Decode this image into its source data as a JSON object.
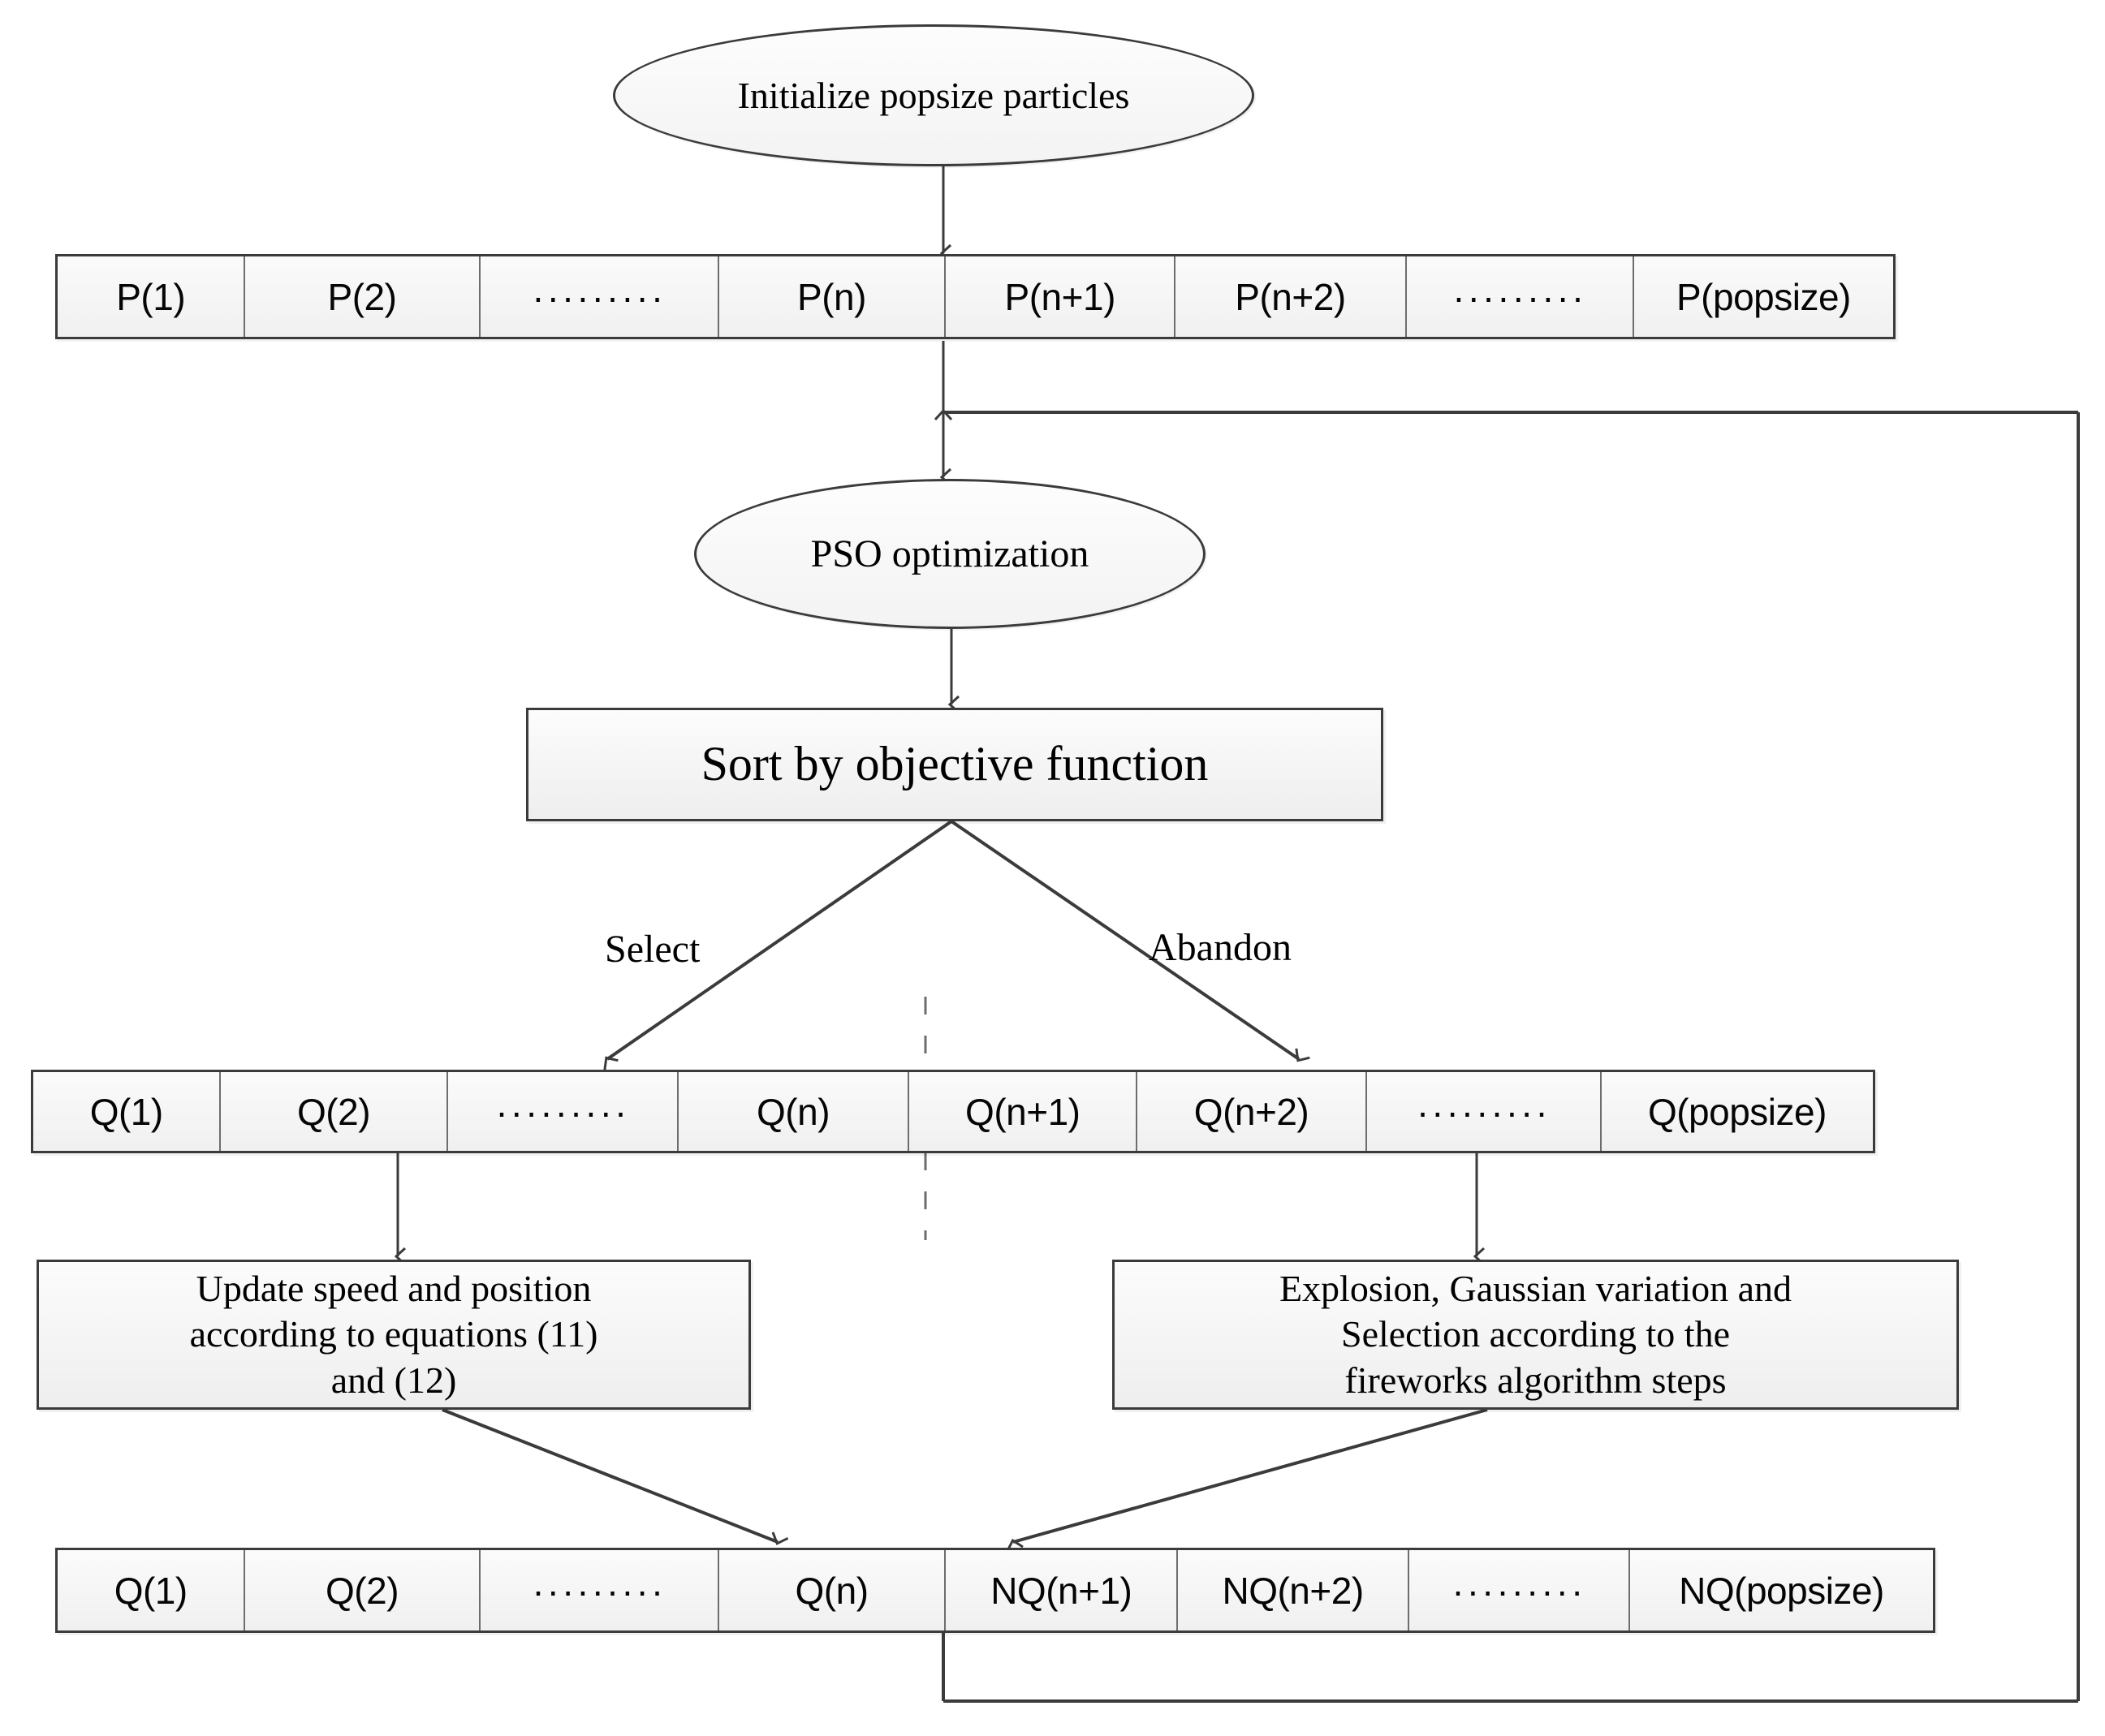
{
  "diagram": {
    "title": "PSO-Fireworks hybrid algorithm flowchart",
    "colors": {
      "stroke": "#3b3b3b",
      "cell_divider": "#6d6d6d",
      "background": "#ffffff",
      "node_fill_top": "#fcfcfc",
      "node_fill_bottom": "#eeeeee",
      "text": "#000000"
    }
  },
  "nodes": {
    "initialize": {
      "label": "Initialize popsize particles",
      "shape": "ellipse"
    },
    "pso": {
      "label": "PSO optimization",
      "shape": "ellipse"
    },
    "sort": {
      "label": "Sort by objective function",
      "shape": "rect"
    },
    "update": {
      "shape": "rect",
      "line1": "Update speed and position",
      "line2": "according to equations (11)",
      "line3": "and (12)"
    },
    "fireworks": {
      "shape": "rect",
      "line1": "Explosion, Gaussian variation and",
      "line2": "Selection according to the",
      "line3": "fireworks algorithm steps"
    }
  },
  "edge_labels": {
    "select": "Select",
    "abandon": "Abandon"
  },
  "rows": {
    "p_row": {
      "name": "population-array-p",
      "cells": [
        "P(1)",
        "P(2)",
        "·········",
        "P(n)",
        "P(n+1)",
        "P(n+2)",
        "·········",
        "P(popsize)"
      ]
    },
    "q_row": {
      "name": "population-array-q",
      "cells": [
        "Q(1)",
        "Q(2)",
        "·········",
        "Q(n)",
        "Q(n+1)",
        "Q(n+2)",
        "·········",
        "Q(popsize)"
      ]
    },
    "nq_row": {
      "name": "population-array-nq",
      "cells": [
        "Q(1)",
        "Q(2)",
        "·········",
        "Q(n)",
        "NQ(n+1)",
        "NQ(n+2)",
        "·········",
        "NQ(popsize)"
      ]
    }
  }
}
